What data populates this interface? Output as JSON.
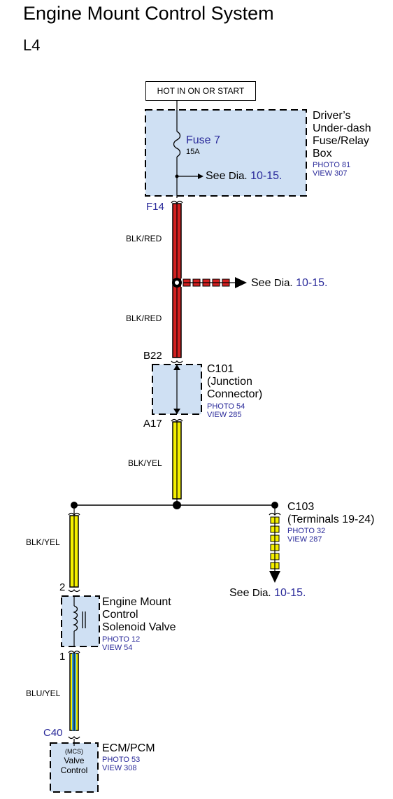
{
  "title": "Engine Mount Control System",
  "subtitle": "L4",
  "power_label": "HOT IN ON OR START",
  "fuse_box": {
    "name_lines": [
      "Driver’s",
      "Under-dash",
      "Fuse/Relay",
      "Box"
    ],
    "photo": "PHOTO 81",
    "view": "VIEW 307",
    "fuse_name": "Fuse 7",
    "fuse_rating": "15A",
    "see_prefix": "See",
    "see_dia": "Dia.",
    "see_ref": "10-15."
  },
  "pins": {
    "f14": "F14",
    "b22": "B22",
    "a17": "A17",
    "solenoid_top": "2",
    "solenoid_bottom": "1",
    "c40": "C40"
  },
  "wires": {
    "w1": "BLK/RED",
    "w2": "BLK/RED",
    "w3": "BLK/YEL",
    "w4": "BLK/YEL",
    "w5": "BLU/YEL"
  },
  "splice_ref": {
    "see_prefix": "See",
    "see_dia": "Dia.",
    "see_ref": "10-15."
  },
  "c101": {
    "name_lines": [
      "C101",
      "(Junction",
      "Connector)"
    ],
    "photo": "PHOTO 54",
    "view": "VIEW 285"
  },
  "c103": {
    "name_lines": [
      "C103",
      "(Terminals 19-24)"
    ],
    "photo": "PHOTO 32",
    "view": "VIEW 287",
    "see_prefix": "See",
    "see_dia": "Dia.",
    "see_ref": "10-15."
  },
  "solenoid": {
    "name_lines": [
      "Engine Mount",
      "Control",
      "Solenoid Valve"
    ],
    "photo": "PHOTO 12",
    "view": "VIEW 54"
  },
  "ecm": {
    "name": "ECM/PCM",
    "inner_lines": [
      "(MCS)",
      "Valve",
      "Control"
    ],
    "photo": "PHOTO 53",
    "view": "VIEW 308"
  },
  "colors": {
    "box_fill": "#cfe0f3",
    "red_wire": "#d22020",
    "yellow_wire": "#f4f000",
    "blue_wire": "#3aa0d8",
    "ref_blue": "#2a2a9a"
  }
}
